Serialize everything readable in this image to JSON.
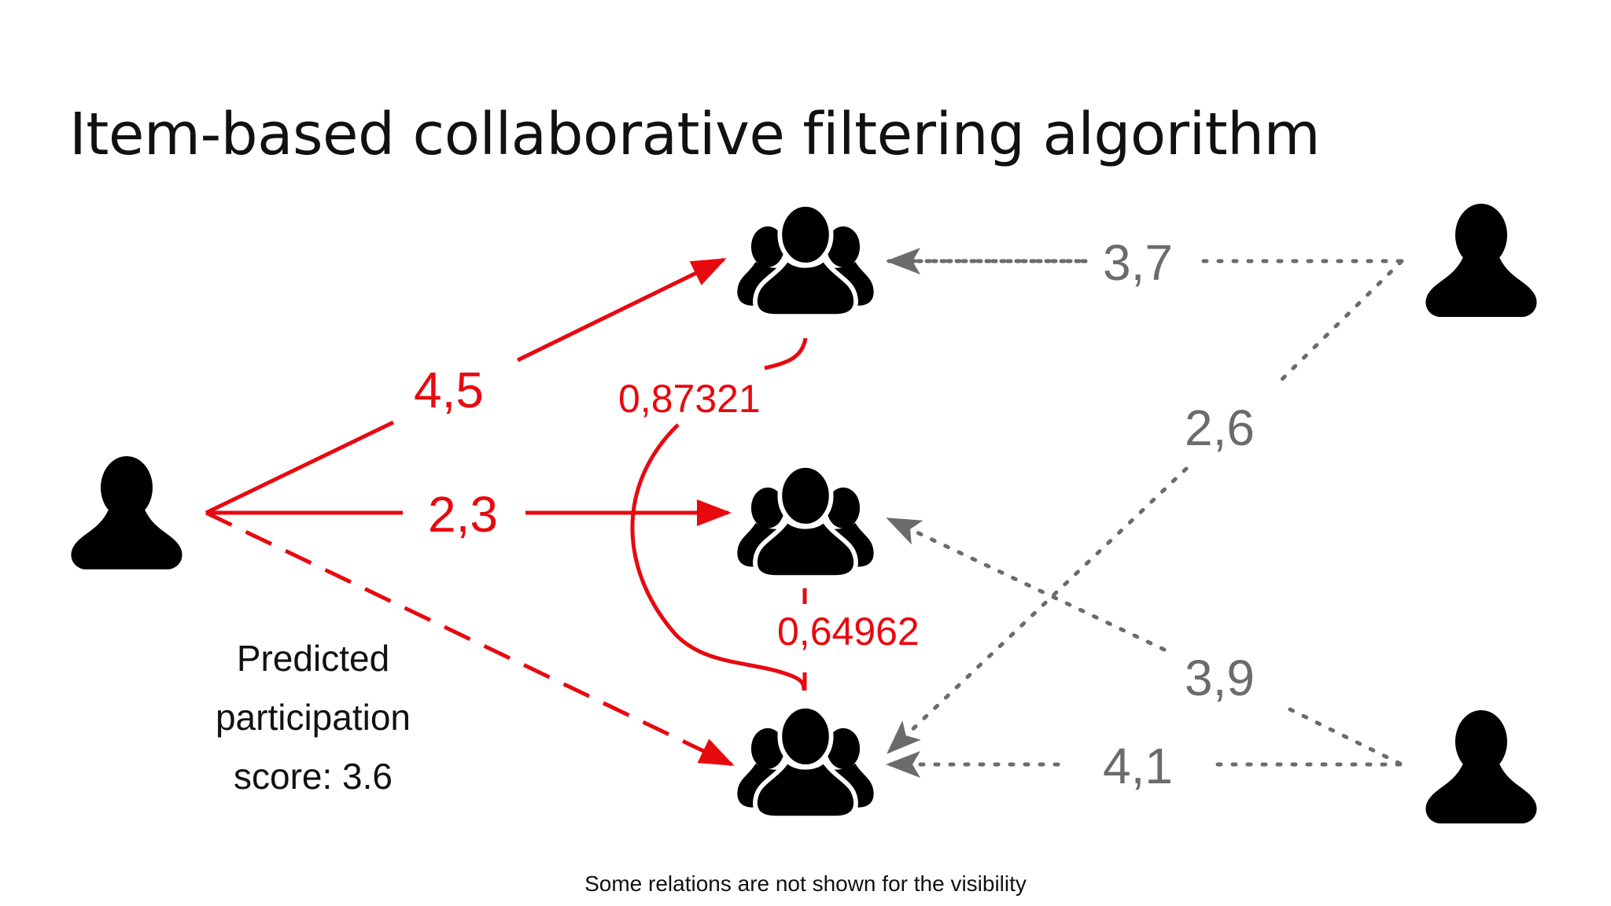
{
  "title": "Item-based collaborative filtering algorithm",
  "colors": {
    "highlight": "#e8090f",
    "muted": "#6b6b6b",
    "text": "#111111"
  },
  "icons": {
    "active_user": "user-icon",
    "other_users": "user-icon",
    "groups": "group-icon"
  },
  "edges": {
    "rating_group_1": "4,5",
    "rating_group_2": "2,3",
    "similarity_1_3": "0,87321",
    "similarity_2_3": "0,64962",
    "other_user_a_group_1": "3,7",
    "other_user_a_group_3": "2,6",
    "other_user_b_group_2": "3,9",
    "other_user_b_group_3": "4,1"
  },
  "prediction": {
    "line1": "Predicted",
    "line2": "participation",
    "line3": "score: 3.6"
  },
  "footnote": "Some relations are not shown for the visibility"
}
